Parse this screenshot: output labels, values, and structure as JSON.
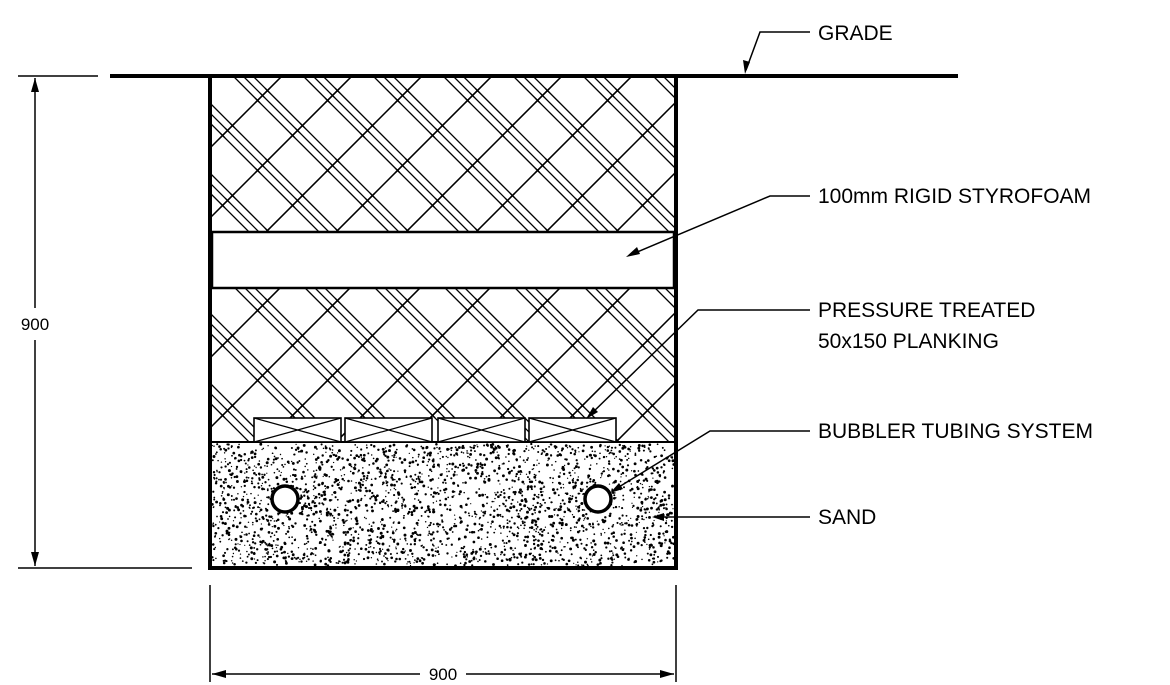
{
  "labels": {
    "grade": "GRADE",
    "styrofoam": "100mm RIGID STYROFOAM",
    "planking_line1": "PRESSURE TREATED",
    "planking_line2": "50x150 PLANKING",
    "bubbler": "BUBBLER TUBING SYSTEM",
    "sand": "SAND"
  },
  "dimensions": {
    "height": "900",
    "width": "900"
  }
}
